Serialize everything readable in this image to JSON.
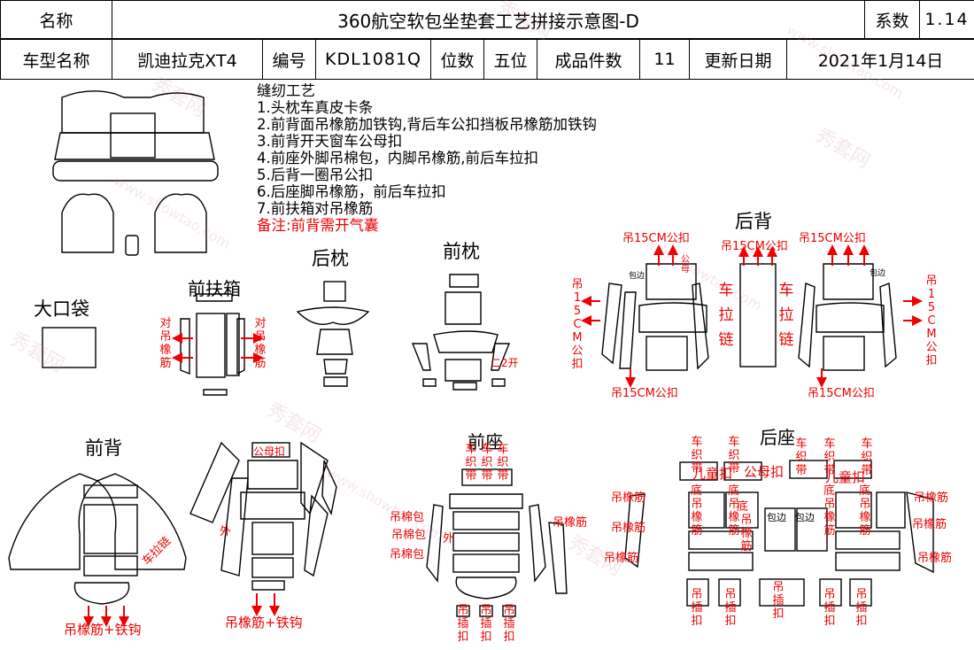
{
  "header": {
    "name_label": "名称",
    "title": "360航空软包坐垫套工艺拼接示意图-D",
    "coef_label": "系数",
    "coef_value": "1.14",
    "model_label": "车型名称",
    "model_value": "凯迪拉克XT4",
    "code_label": "编号",
    "code_value": "KDL1081Q",
    "seats_label": "位数",
    "seats_value": "五位",
    "pieces_label": "成品件数",
    "pieces_value": "11",
    "update_label": "更新日期",
    "update_value": "2021年1月14日"
  },
  "notes": {
    "title": "缝纫工艺",
    "items": [
      "1.头枕车真皮卡条",
      "2.前背面吊橡筋加铁钩,背后车公扣挡板吊橡筋加铁钩",
      "3.前背开天窗车公母扣",
      "4.前座外脚吊棉包，内脚吊橡筋,前后车拉扣",
      "5.后背一圈吊公扣",
      "6.后座脚吊橡筋，前后车拉扣",
      "7.前扶箱对吊橡筋"
    ],
    "remark": "备注:前背需开气囊"
  },
  "sections": {
    "big_pocket": "大口袋",
    "front_armrest": "前扶箱",
    "rear_headrest": "后枕",
    "front_headrest": "前枕",
    "rear_back": "后背",
    "front_back": "前背",
    "front_seat": "前座",
    "rear_seat": "后座"
  },
  "annotations": {
    "dui_diao": "对吊橡筋",
    "diao15_top_left": "吊15CM公扣",
    "diao15_top_mid": "吊15CM公扣",
    "diao15_top_right": "吊15CM公扣",
    "diao15_left": "吊15CM公扣",
    "diao15_right": "吊15CM公扣",
    "diao15_bot_left": "吊15CM公扣",
    "diao15_bot_right": "吊15CM公扣",
    "gongmu_small": "公母",
    "baobian": "包边",
    "che_la_lian": "车拉链",
    "two_open": "二2开",
    "fb_left": "吊橡筋+铁钩",
    "fb_right": "吊橡筋+铁钩",
    "gongmu_kou": "公母扣",
    "outer": "外",
    "che_la_lian2": "车拉链",
    "diao_mian_bao": "吊棉包",
    "diao_xiang_jin": "吊橡筋",
    "che_zhi_dai": "车织带",
    "diao_cha_kou": "吊插扣",
    "er_tong_kou": "儿童扣",
    "gongmu_kou2": "公母扣",
    "di": "底",
    "diao_xiang_jin_v": "吊橡筋"
  },
  "watermark": {
    "cn": "秀套网",
    "en": "www.showtao.com"
  },
  "colors": {
    "annotation": "#e00000",
    "line": "#000000"
  }
}
